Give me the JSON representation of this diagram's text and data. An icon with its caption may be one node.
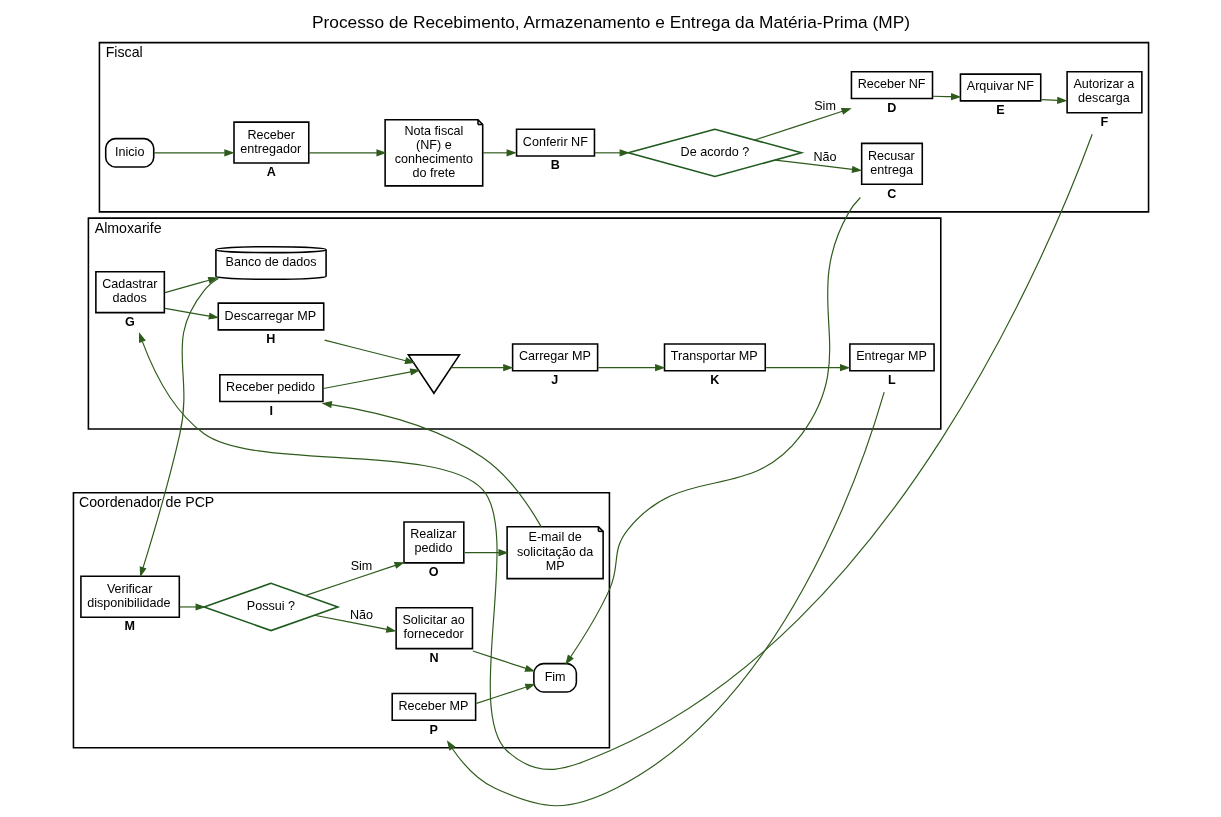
{
  "diagram": {
    "title": "Processo de Recebimento, Armazenamento e Entrega da Matéria-Prima (MP)",
    "nodes": [
      {
        "text": [
          "Fiscal"
        ]
      },
      {
        "text": [
          "Almoxarife"
        ]
      },
      {
        "text": [
          "Coordenador de PCP"
        ]
      },
      {
        "text": [
          "Inicio"
        ],
        "in": 0
      },
      {
        "text": [
          "Receber entregador"
        ],
        "beside": [
          "A"
        ],
        "in": 0
      },
      {
        "text": [
          "Nota fiscal (NF) e conhecimento do frete"
        ],
        "in": 0
      },
      {
        "text": [
          "Conferir NF"
        ],
        "beside": [
          "B"
        ],
        "in": 0
      },
      {
        "text": [
          "De acordo ?"
        ],
        "in": 0
      },
      {
        "text": [
          "Recusar entrega"
        ],
        "beside": [
          "C"
        ],
        "in": 0
      },
      {
        "text": [
          "Receber NF"
        ],
        "beside": [
          "D"
        ],
        "in": 0
      },
      {
        "text": [
          "Arquivar NF"
        ],
        "beside": [
          "E"
        ],
        "in": 0
      },
      {
        "text": [
          "Autorizar a descarga"
        ],
        "beside": [
          "F"
        ],
        "in": 0
      },
      {
        "text": [
          "Cadastrar dados"
        ],
        "beside": [
          "G"
        ],
        "in": 1
      },
      {
        "text": [
          "Descarregar MP"
        ],
        "beside": [
          "H"
        ],
        "in": 1
      },
      {
        "text": [
          "Banco de dados"
        ],
        "in": 1
      },
      {
        "text": [],
        "shape": "triangle",
        "in": 1
      },
      {
        "text": [
          "Carregar MP"
        ],
        "beside": [
          "J"
        ],
        "in": 1
      },
      {
        "text": [
          "Transportar MP"
        ],
        "beside": [
          "K"
        ],
        "in": 1
      },
      {
        "text": [
          "Entregar MP"
        ],
        "beside": [
          "L"
        ],
        "in": 1
      },
      {
        "text": [
          "Receber pedido"
        ],
        "beside": [
          "I"
        ],
        "in": 1
      },
      {
        "text": [
          "Verificar disponibilidade"
        ],
        "beside": [
          "M"
        ],
        "in": 2
      },
      {
        "text": [
          "Possui ?"
        ],
        "in": 2
      },
      {
        "text": [
          "Realizar pedido"
        ],
        "beside": [
          "O"
        ],
        "in": 2
      },
      {
        "text": [
          "E-mail de solicitação da MP"
        ],
        "in": 2
      },
      {
        "text": [
          "Solicitar ao fornecedor"
        ],
        "beside": [
          "N"
        ],
        "in": 2
      },
      {
        "text": [
          "Receber MP"
        ],
        "beside": [
          "P"
        ],
        "in": 2
      },
      {
        "text": [
          "Fim"
        ],
        "in": 2
      }
    ],
    "edges": [
      {
        "from": 3,
        "to": 4,
        "arrow": "to"
      },
      {
        "from": 4,
        "to": 5,
        "arrow": "to"
      },
      {
        "from": 5,
        "to": 6,
        "arrow": "to"
      },
      {
        "from": 6,
        "to": 7,
        "arrow": "to"
      },
      {
        "from": 7,
        "to": 8,
        "arrow": "to",
        "label": "Não"
      },
      {
        "from": 7,
        "to": 9,
        "arrow": "to",
        "label": "Sim"
      },
      {
        "from": 9,
        "to": 10,
        "arrow": "to"
      },
      {
        "from": 10,
        "to": 11,
        "arrow": "to"
      },
      {
        "from": 11,
        "to": 12,
        "arrow": "to"
      },
      {
        "from": 8,
        "to": 26,
        "arrow": "to"
      },
      {
        "from": 12,
        "to": 13,
        "arrow": "to"
      },
      {
        "from": 12,
        "to": 14,
        "arrow": "to"
      },
      {
        "from": 13,
        "to": 15,
        "arrow": "to"
      },
      {
        "from": 15,
        "to": 16,
        "arrow": "to"
      },
      {
        "from": 16,
        "to": 17,
        "arrow": "to"
      },
      {
        "from": 17,
        "to": 18,
        "arrow": "to"
      },
      {
        "from": 18,
        "to": 25,
        "arrow": "to"
      },
      {
        "from": 14,
        "to": 20,
        "arrow": "to"
      },
      {
        "from": 20,
        "to": 21,
        "arrow": "to"
      },
      {
        "from": 21,
        "to": 22,
        "arrow": "to",
        "label": "Sim"
      },
      {
        "from": 21,
        "to": 24,
        "arrow": "to",
        "label": "Não"
      },
      {
        "from": 22,
        "to": 23,
        "arrow": "to"
      },
      {
        "from": 23,
        "to": 19,
        "arrow": "to"
      },
      {
        "from": 19,
        "to": 15,
        "arrow": "to"
      },
      {
        "from": 24,
        "to": 26,
        "arrow": "to"
      },
      {
        "from": 25,
        "to": 26,
        "arrow": "to"
      }
    ]
  }
}
